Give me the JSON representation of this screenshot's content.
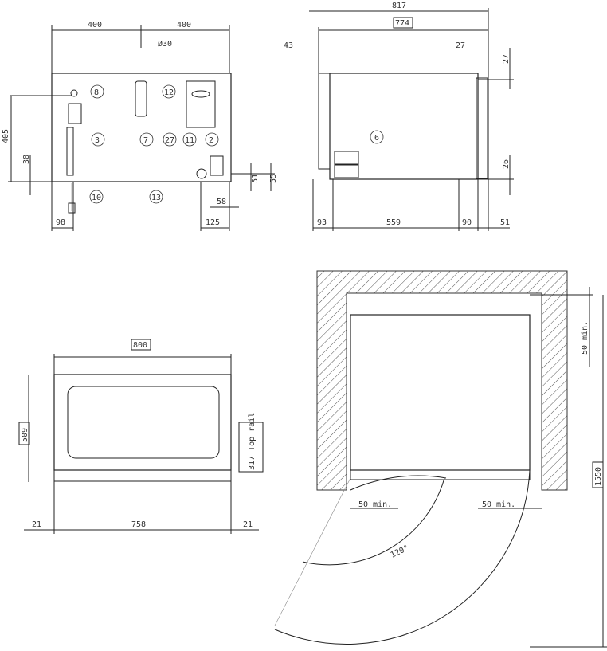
{
  "front_view": {
    "dims": {
      "left_half": "400",
      "right_half": "400",
      "pipe_dia": "Ø30",
      "height_inlet": "405",
      "h38": "38",
      "h51": "51",
      "h55": "55",
      "w58_right": "58",
      "w125": "125",
      "w98": "98"
    },
    "callouts": [
      "8",
      "12",
      "3",
      "7",
      "27",
      "11",
      "2",
      "10",
      "13"
    ]
  },
  "side_view": {
    "dims": {
      "overall": "817",
      "body": "774",
      "door": "43",
      "rear": "27",
      "top": "27",
      "bottom": "26",
      "foot_front": "93",
      "feet_span": "559",
      "foot_rear": "90",
      "rear_extra": "51"
    },
    "callouts": [
      "6"
    ]
  },
  "door_view": {
    "dims": {
      "width": "800",
      "height": "509",
      "top_rail": "317 Top rail",
      "left": "21",
      "span": "758",
      "right": "21"
    }
  },
  "plan_view": {
    "dims": {
      "rear_clear": "50 min.",
      "left_clear": "50 min.",
      "right_clear": "50 min.",
      "door_angle": "120°",
      "swing": "1550"
    }
  }
}
